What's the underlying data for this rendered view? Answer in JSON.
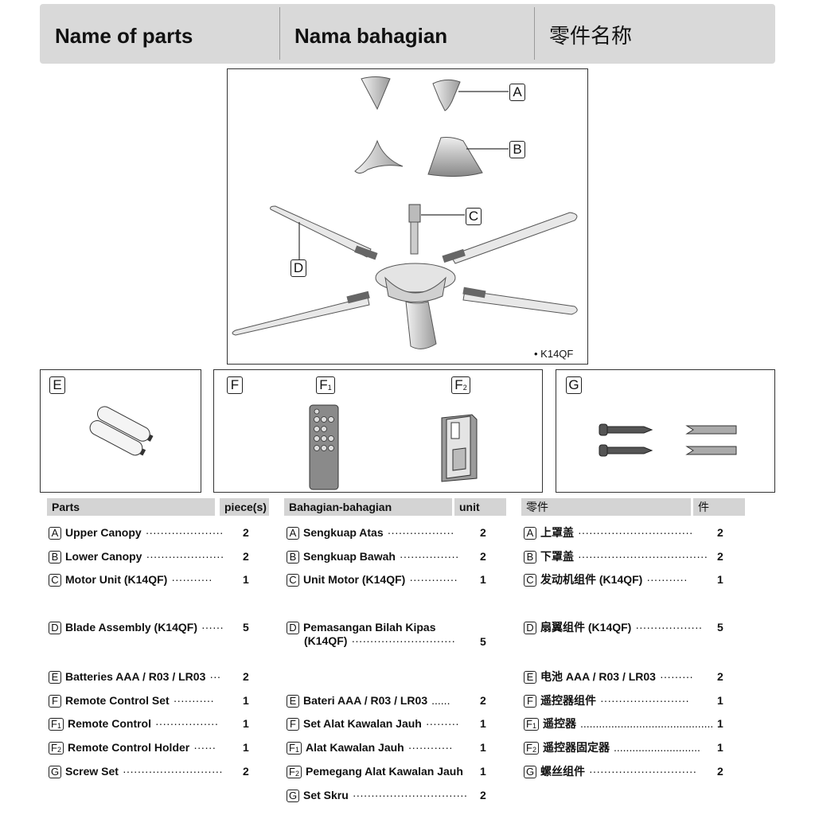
{
  "header": {
    "col_en": "Name of parts",
    "col_ms": "Nama bahagian",
    "col_zh": "零件名称"
  },
  "diagram": {
    "model_label": "• K14QF",
    "callouts": [
      "A",
      "B",
      "C",
      "D"
    ]
  },
  "accessory_boxes": {
    "e": {
      "letter": "E"
    },
    "f": {
      "letter": "F",
      "f1": "F",
      "f1_sub": "1",
      "f2": "F",
      "f2_sub": "2"
    },
    "g": {
      "letter": "G"
    }
  },
  "tables": {
    "en": {
      "head_name": "Parts",
      "head_qty": "piece(s)",
      "rows": [
        {
          "tag": "A",
          "sub": "",
          "label": "Upper Canopy",
          "dots": "·····················",
          "qty": "2"
        },
        {
          "tag": "B",
          "sub": "",
          "label": "Lower Canopy",
          "dots": "·····················",
          "qty": "2"
        },
        {
          "tag": "C",
          "sub": "",
          "label": "Motor Unit (K14QF)",
          "dots": "···········",
          "qty": "1"
        },
        {
          "tag": "D",
          "sub": "",
          "label": "Blade Assembly (K14QF)",
          "dots": "······",
          "qty": "5"
        },
        {
          "tag": "E",
          "sub": "",
          "label": "Batteries AAA / R03 / LR03",
          "dots": "···",
          "qty": "2"
        },
        {
          "tag": "F",
          "sub": "",
          "label": "Remote Control Set",
          "dots": "···········",
          "qty": "1"
        },
        {
          "tag": "F",
          "sub": "1",
          "label": "Remote Control",
          "dots": "·················",
          "qty": "1"
        },
        {
          "tag": "F",
          "sub": "2",
          "label": "Remote Control Holder",
          "dots": "······",
          "qty": "1"
        },
        {
          "tag": "G",
          "sub": "",
          "label": "Screw Set",
          "dots": "···························",
          "qty": "2"
        }
      ]
    },
    "ms": {
      "head_name": "Bahagian-bahagian",
      "head_qty": "unit",
      "rows": [
        {
          "tag": "A",
          "sub": "",
          "label": "Sengkuap Atas",
          "dots": "··················",
          "qty": "2"
        },
        {
          "tag": "B",
          "sub": "",
          "label": "Sengkuap Bawah",
          "dots": "················",
          "qty": "2"
        },
        {
          "tag": "C",
          "sub": "",
          "label": "Unit Motor (K14QF)",
          "dots": "·············",
          "qty": "1"
        },
        {
          "tag": "D",
          "sub": "",
          "label": "Pemasangan Bilah Kipas",
          "label2": "(K14QF)",
          "dots": "····························",
          "qty": "5"
        },
        {
          "tag": "E",
          "sub": "",
          "label": "Bateri AAA / R03 / LR03",
          "dots": "......",
          "qty": "2"
        },
        {
          "tag": "F",
          "sub": "",
          "label": "Set Alat Kawalan Jauh",
          "dots": "·········",
          "qty": "1"
        },
        {
          "tag": "F",
          "sub": "1",
          "label": "Alat Kawalan Jauh",
          "dots": "············",
          "qty": "1"
        },
        {
          "tag": "F",
          "sub": "2",
          "label": "Pemegang Alat Kawalan Jauh",
          "dots": "",
          "qty": "1"
        },
        {
          "tag": "G",
          "sub": "",
          "label": "Set Skru",
          "dots": "·······························",
          "qty": "2"
        }
      ]
    },
    "zh": {
      "head_name": "零件",
      "head_qty": "件",
      "rows": [
        {
          "tag": "A",
          "sub": "",
          "label": "上罩盖",
          "dots": "·······························",
          "qty": "2"
        },
        {
          "tag": "B",
          "sub": "",
          "label": "下罩盖",
          "dots": "···································",
          "qty": "2"
        },
        {
          "tag": "C",
          "sub": "",
          "label": "发动机组件 (K14QF)",
          "dots": "···········",
          "qty": "1"
        },
        {
          "tag": "D",
          "sub": "",
          "label": "扇翼组件 (K14QF)",
          "dots": "··················",
          "qty": "5"
        },
        {
          "tag": "E",
          "sub": "",
          "label": "电池 AAA / R03 / LR03",
          "dots": "·········",
          "qty": "2"
        },
        {
          "tag": "F",
          "sub": "",
          "label": "遥控器组件",
          "dots": "························",
          "qty": "1"
        },
        {
          "tag": "F",
          "sub": "1",
          "label": "遥控器",
          "dots": "...........................................",
          "qty": "1"
        },
        {
          "tag": "F",
          "sub": "2",
          "label": "遥控器固定器",
          "dots": "............................",
          "qty": "1"
        },
        {
          "tag": "G",
          "sub": "",
          "label": "螺丝组件",
          "dots": "·····························",
          "qty": "2"
        }
      ]
    }
  }
}
